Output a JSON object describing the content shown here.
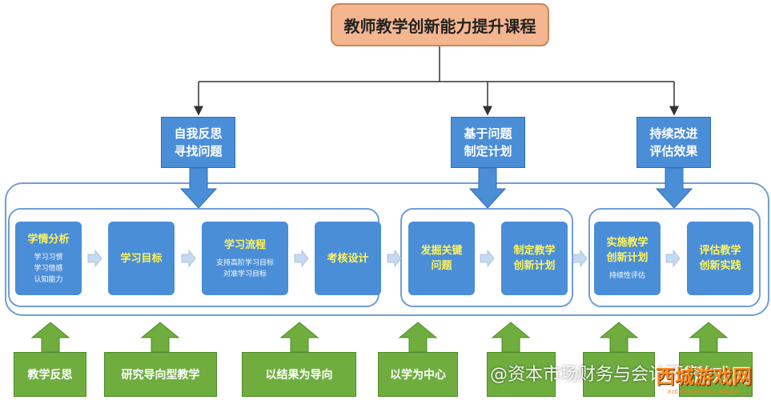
{
  "title": "教师教学创新能力提升课程",
  "phases": [
    {
      "line1": "自我反思",
      "line2": "寻找问题"
    },
    {
      "line1": "基于问题",
      "line2": "制定计划"
    },
    {
      "line1": "持续改进",
      "line2": "评估效果"
    }
  ],
  "steps": [
    {
      "title": "学情分析",
      "sub": [
        "学习习惯",
        "学习情感",
        "认知能力"
      ]
    },
    {
      "title": "学习目标",
      "sub": []
    },
    {
      "title": "学习流程",
      "sub": [
        "支持高阶学习目标",
        "对准学习目标"
      ]
    },
    {
      "title": "考核设计",
      "sub": []
    },
    {
      "title": "发掘关键",
      "title2": "问题",
      "sub": []
    },
    {
      "title": "制定教学",
      "title2": "创新计划",
      "sub": []
    },
    {
      "title": "实施教学",
      "title2": "创新计划",
      "sub": [
        "持续性评估"
      ]
    },
    {
      "title": "评估教学",
      "title2": "创新实践",
      "sub": []
    }
  ],
  "supports": [
    "教学反思",
    "研究导向型教学",
    "以结果为导向",
    "以学为中心",
    "",
    "",
    ""
  ],
  "watermark": "@资本市场财务与会计研究",
  "logo": {
    "name": "西城游戏网",
    "sub": "XICHENGYOUXIWANG"
  },
  "colors": {
    "title_fill": "#f3b68e",
    "phase_fill": "#4a8ed8",
    "frame_stroke": "#6f9fd6",
    "step_title": "#fff35a",
    "support_green": "#6fae3e",
    "flow_arrow": "#c5d9f0"
  }
}
